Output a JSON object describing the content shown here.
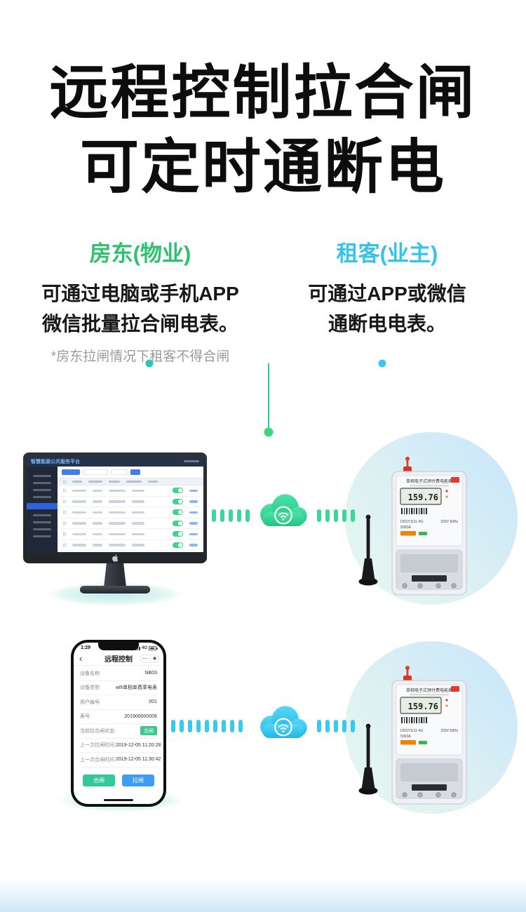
{
  "hero": {
    "line1": "远程控制拉合闸",
    "line2": "可定时通断电"
  },
  "landlord": {
    "heading": "房东(物业)",
    "line1": "可通过电脑或手机APP",
    "line2": "微信批量拉合闸电表。",
    "note": "*房东拉闸情况下租客不得合闸"
  },
  "tenant": {
    "heading": "租客(业主)",
    "line1": "可通过APP或微信",
    "line2": "通断电电表。"
  },
  "monitor": {
    "platform_title": "智慧能源公共服务平台"
  },
  "phone": {
    "status_time": "1:29",
    "status_network": "4G",
    "nav_title": "远程控制",
    "fields": [
      {
        "label": "设备名称:",
        "value": "NB03"
      },
      {
        "label": "设备类型:",
        "value": "wifi单相单费率电表"
      },
      {
        "label": "用户编号:",
        "value": "001"
      },
      {
        "label": "表号:",
        "value": "201900000006"
      },
      {
        "label": "当前拉合闸状态:",
        "value": "合闸"
      },
      {
        "label": "上一次拉闸时间:",
        "value": "2019-12-05 11:20:28"
      },
      {
        "label": "上一次合闸时间:",
        "value": "2019-12-05 11:30:42"
      }
    ],
    "close_button": "合闸",
    "open_button": "拉闸"
  },
  "meter": {
    "title": "单相电子式预付费电能表",
    "lcd_value": "159.76",
    "model": "DDSY1111-4G",
    "spec": "220V 50Hz",
    "current": "5(60)A"
  },
  "icons": {
    "cloud_icon": "cloud-wifi-signal"
  },
  "colors": {
    "green": "#3ed583",
    "teal": "#2ec4b6",
    "cyan": "#38c8f0",
    "blue": "#3e9df2"
  }
}
